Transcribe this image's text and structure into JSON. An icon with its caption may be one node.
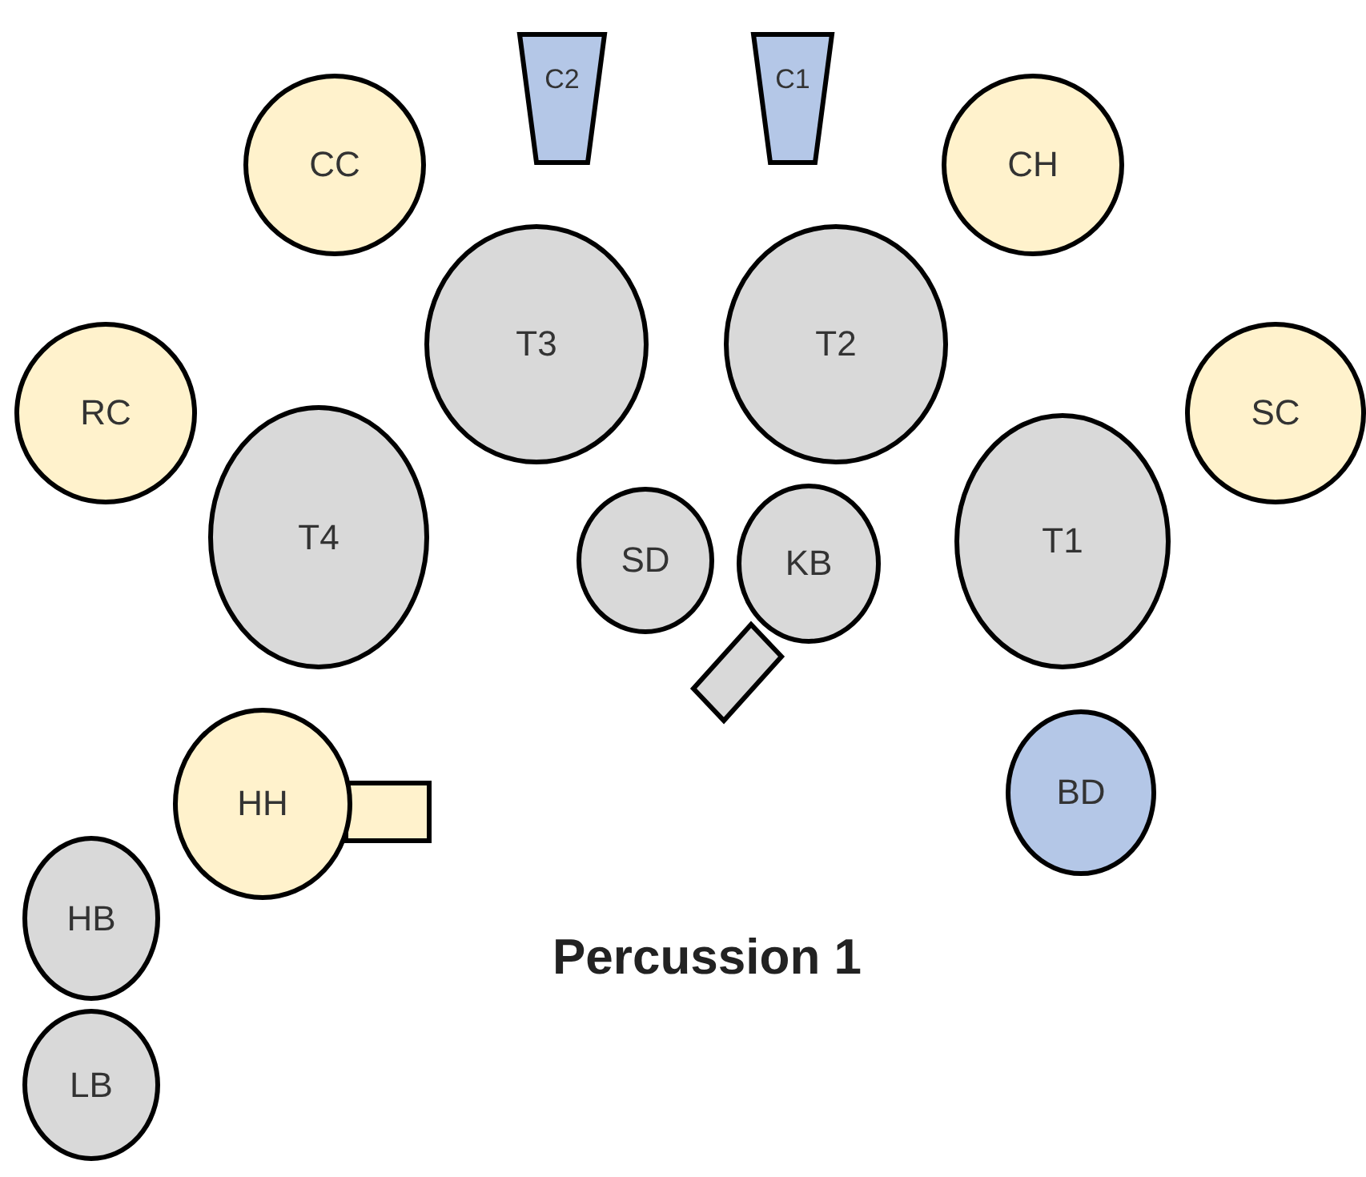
{
  "diagram": {
    "title": "Percussion 1",
    "nodes": [
      {
        "text": [
          "C2"
        ]
      },
      {
        "text": [
          "C1"
        ]
      },
      {
        "text": [
          "CC"
        ]
      },
      {
        "text": [
          "CH"
        ]
      },
      {
        "text": [
          "T3"
        ]
      },
      {
        "text": [
          "T2"
        ]
      },
      {
        "text": [
          "RC"
        ]
      },
      {
        "text": [
          "SC"
        ]
      },
      {
        "text": [
          "T4"
        ]
      },
      {
        "text": [
          "SD"
        ]
      },
      {
        "text": [
          "KB"
        ]
      },
      {
        "text": [
          "T1"
        ]
      },
      {
        "text": [
          "HH"
        ]
      },
      {
        "text": [
          "BD"
        ]
      },
      {
        "text": [
          "HB"
        ]
      },
      {
        "text": [
          "LB"
        ]
      }
    ]
  }
}
